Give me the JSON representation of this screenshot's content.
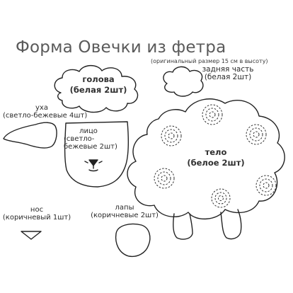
{
  "title": "Форма Овечки из фетра",
  "subtitle": "(оригинальный размер 15 см в высоту)",
  "parts": {
    "head": {
      "name": "голова",
      "detail": "(белая 2шт)"
    },
    "back": {
      "name": "задняя часть",
      "detail": "(белая 2шт)"
    },
    "ears": {
      "name": "уха",
      "detail": "(светло-бежевые 4шт)"
    },
    "face": {
      "line1": "лицо",
      "line2": "(светло-",
      "line3": "бежевые 2шт)"
    },
    "body": {
      "name": "тело",
      "detail": "(белое 2шт)"
    },
    "nose": {
      "name": "нос",
      "detail": "(коричневый 1шт)"
    },
    "legs": {
      "name": "лапы",
      "detail": "(коричневые 2шт)"
    }
  }
}
